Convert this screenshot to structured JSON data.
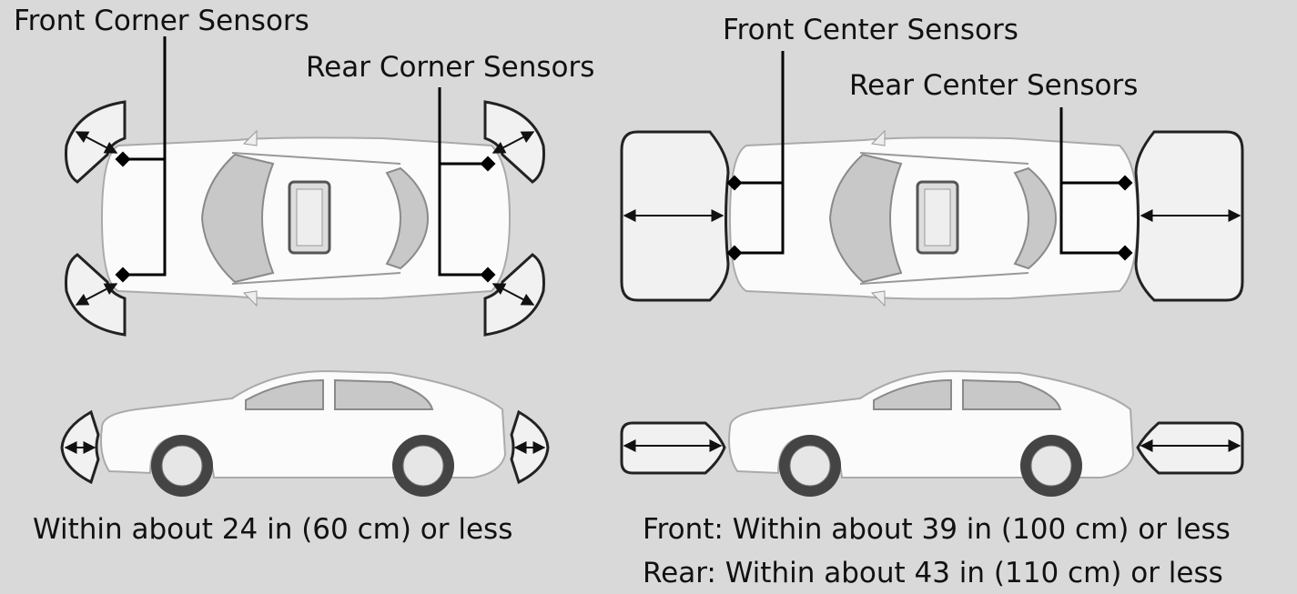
{
  "labels": {
    "front_corner": "Front Corner Sensors",
    "rear_corner": "Rear Corner Sensors",
    "front_center": "Front Center Sensors",
    "rear_center": "Rear Center Sensors"
  },
  "captions": {
    "corner_range": "Within about 24 in (60 cm) or less",
    "center_front_range": "Front: Within about 39 in (100 cm) or less",
    "center_rear_range": "Rear: Within about 43 in (110 cm) or less"
  }
}
